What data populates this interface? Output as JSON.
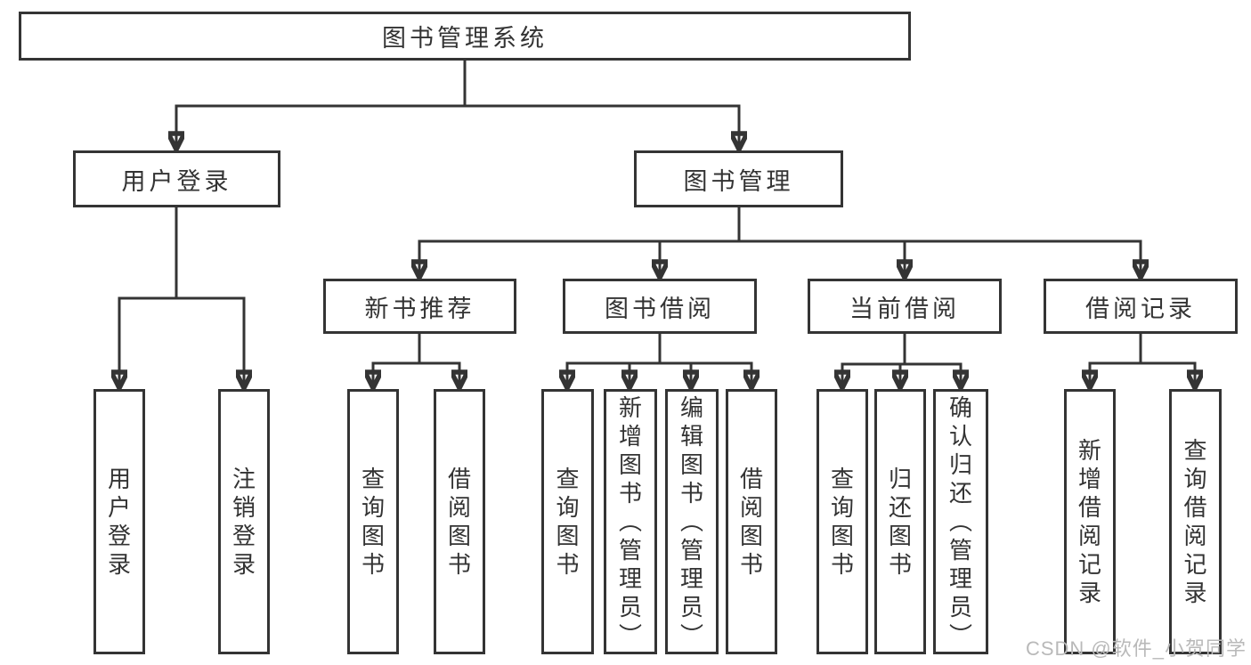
{
  "canvas": {
    "background": "#ffffff",
    "line_color": "#343434",
    "text_color": "#333333"
  },
  "diagram": {
    "title": "图书管理系统",
    "children": [
      {
        "label": "用户登录",
        "children": [
          {
            "label": "用户登录"
          },
          {
            "label": "注销登录"
          }
        ]
      },
      {
        "label": "图书管理",
        "children": [
          {
            "label": "新书推荐",
            "children": [
              {
                "label": "查询图书"
              },
              {
                "label": "借阅图书"
              }
            ]
          },
          {
            "label": "图书借阅",
            "children": [
              {
                "label": "查询图书"
              },
              {
                "label": "新增图书（管理员）"
              },
              {
                "label": "编辑图书（管理员）"
              },
              {
                "label": "借阅图书"
              }
            ]
          },
          {
            "label": "当前借阅",
            "children": [
              {
                "label": "查询图书"
              },
              {
                "label": "归还图书"
              },
              {
                "label": "确认归还（管理员）"
              }
            ]
          },
          {
            "label": "借阅记录",
            "children": [
              {
                "label": "新增借阅记录"
              },
              {
                "label": "查询借阅记录"
              }
            ]
          }
        ]
      }
    ]
  },
  "watermark": {
    "text": "CSDN @软件_小贺同学",
    "color": "#b9b9b9"
  }
}
